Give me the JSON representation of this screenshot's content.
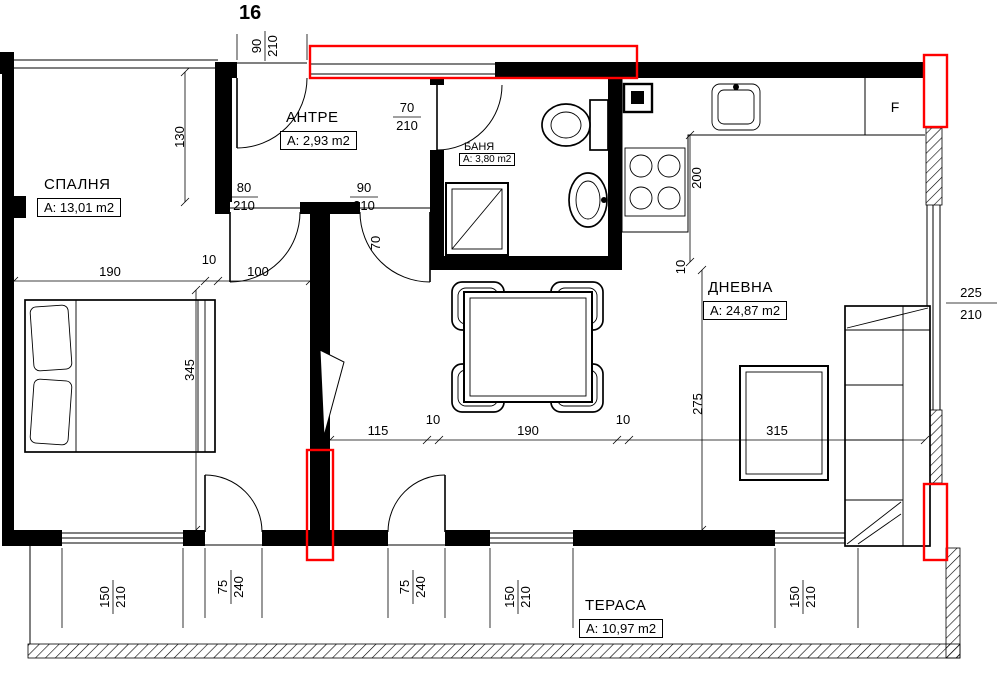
{
  "plan": {
    "apartment_number": "16",
    "fridge_label": "F",
    "rooms": {
      "bedroom": {
        "name": "СПАЛНЯ",
        "area": "A: 13,01 m2"
      },
      "hall": {
        "name": "АНТРЕ",
        "area": "A: 2,93 m2"
      },
      "bath": {
        "name": "БАНЯ",
        "area": "A: 3,80 m2"
      },
      "living": {
        "name": "ДНЕВНА",
        "area": "A: 24,87 m2"
      },
      "terrace": {
        "name": "ТЕРАСА",
        "area": "A: 10,97 m2"
      }
    },
    "dims": {
      "entry_door": {
        "num": "90",
        "den": "210"
      },
      "hall_len": "130",
      "bath_door": {
        "num": "70",
        "den": "210"
      },
      "bed_door": {
        "num": "80",
        "den": "210"
      },
      "living_door": {
        "num": "90",
        "den": "210"
      },
      "wall70": "70",
      "kitchen200": "200",
      "bed_w190": "190",
      "wall10a": "10",
      "hall_w100": "100",
      "bed_h345": "345",
      "liv115": "115",
      "wall10b": "10",
      "liv190": "190",
      "wall10c": "10",
      "liv315": "315",
      "liv275": "275",
      "wall10d": "10",
      "win_right": {
        "num": "225",
        "den": "210"
      },
      "win_bed": {
        "num": "150",
        "den": "210"
      },
      "door_bed_ter": {
        "num": "75",
        "den": "240"
      },
      "door_liv_ter": {
        "num": "75",
        "den": "240"
      },
      "win_liv1": {
        "num": "150",
        "den": "210"
      },
      "win_liv2": {
        "num": "150",
        "den": "210"
      }
    },
    "colors": {
      "line": "#000000",
      "highlight": "#ff0000"
    }
  }
}
